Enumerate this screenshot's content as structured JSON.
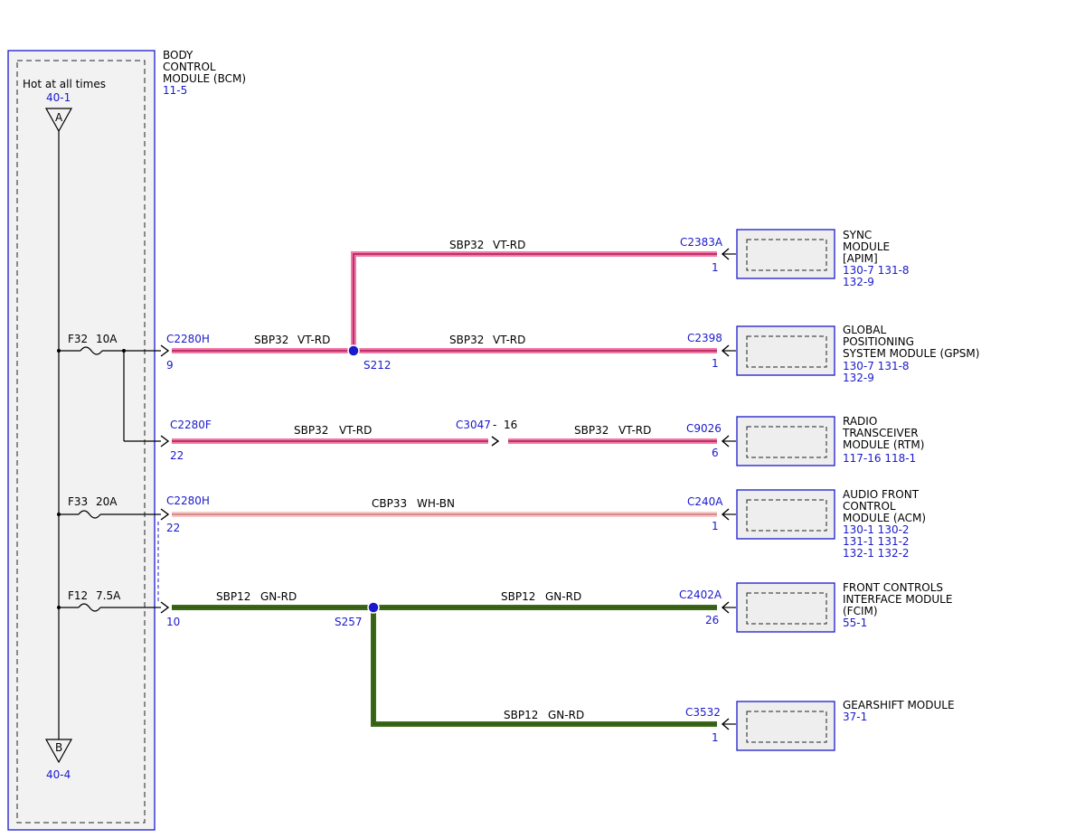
{
  "bcm": {
    "title_lines": [
      "BODY",
      "CONTROL",
      "MODULE (BCM)"
    ],
    "ref": "11-5",
    "hot_label": "Hot at all times",
    "conn_a": {
      "letter": "A",
      "ref": "40-1"
    },
    "conn_b": {
      "letter": "B",
      "ref": "40-4"
    }
  },
  "fuses": [
    {
      "id": "F32",
      "rating": "10A"
    },
    {
      "id": "F33",
      "rating": "20A"
    },
    {
      "id": "F12",
      "rating": "7.5A"
    }
  ],
  "bcm_connectors": [
    {
      "connector": "C2280H",
      "pin": "9"
    },
    {
      "connector": "C2280F",
      "pin": "22"
    },
    {
      "connector": "C2280H",
      "pin": "22"
    },
    {
      "connector": "",
      "pin": "10"
    }
  ],
  "splices": [
    {
      "id": "S212"
    },
    {
      "id": "S257"
    }
  ],
  "inline_connector": {
    "connector": "C3047",
    "pin": "16",
    "sep": "-"
  },
  "wires": [
    {
      "circuit": "SBP32",
      "color": "VT-RD"
    },
    {
      "circuit": "SBP32",
      "color": "VT-RD"
    },
    {
      "circuit": "SBP32",
      "color": "VT-RD"
    },
    {
      "circuit": "SBP32",
      "color": "VT-RD"
    },
    {
      "circuit": "SBP32",
      "color": "VT-RD"
    },
    {
      "circuit": "CBP33",
      "color": "WH-BN"
    },
    {
      "circuit": "SBP12",
      "color": "GN-RD"
    },
    {
      "circuit": "SBP12",
      "color": "GN-RD"
    },
    {
      "circuit": "SBP12",
      "color": "GN-RD"
    }
  ],
  "modules": [
    {
      "connector": "C2383A",
      "pin": "1",
      "name_lines": [
        "SYNC",
        "MODULE",
        "[APIM]"
      ],
      "ref_lines": [
        "130-7  131-8",
        "132-9"
      ]
    },
    {
      "connector": "C2398",
      "pin": "1",
      "name_lines": [
        "GLOBAL",
        "POSITIONING",
        "SYSTEM MODULE (GPSM)"
      ],
      "ref_lines": [
        "130-7  131-8",
        "132-9"
      ]
    },
    {
      "connector": "C9026",
      "pin": "6",
      "name_lines": [
        "RADIO",
        "TRANSCEIVER",
        "MODULE (RTM)"
      ],
      "ref_lines": [
        "117-16  118-1"
      ]
    },
    {
      "connector": "C240A",
      "pin": "1",
      "name_lines": [
        "AUDIO FRONT",
        "CONTROL",
        "MODULE (ACM)"
      ],
      "ref_lines": [
        "130-1  130-2",
        "131-1  131-2",
        "132-1  132-2"
      ]
    },
    {
      "connector": "C2402A",
      "pin": "26",
      "name_lines": [
        "FRONT CONTROLS",
        "INTERFACE MODULE",
        "(FCIM)"
      ],
      "ref_lines": [
        "55-1"
      ]
    },
    {
      "connector": "C3532",
      "pin": "1",
      "name_lines": [
        "GEARSHIFT MODULE"
      ],
      "ref_lines": [
        "37-1"
      ]
    }
  ],
  "colors": {
    "frame": "#1a1acc",
    "ref_text": "#1a1acc",
    "vt_rd_outer": "#f07aa6",
    "vt_rd_inner": "#b0185a",
    "wh_bn_outer": "#f4c9c9",
    "wh_bn_inner": "#c24a4a",
    "gn_rd_outer": "#3d6b1a",
    "gn_rd_inner": "#2a4e10",
    "splice": "#1a1acc",
    "module_fill": "#eeeeee",
    "bcm_fill": "#f2f2f2"
  }
}
